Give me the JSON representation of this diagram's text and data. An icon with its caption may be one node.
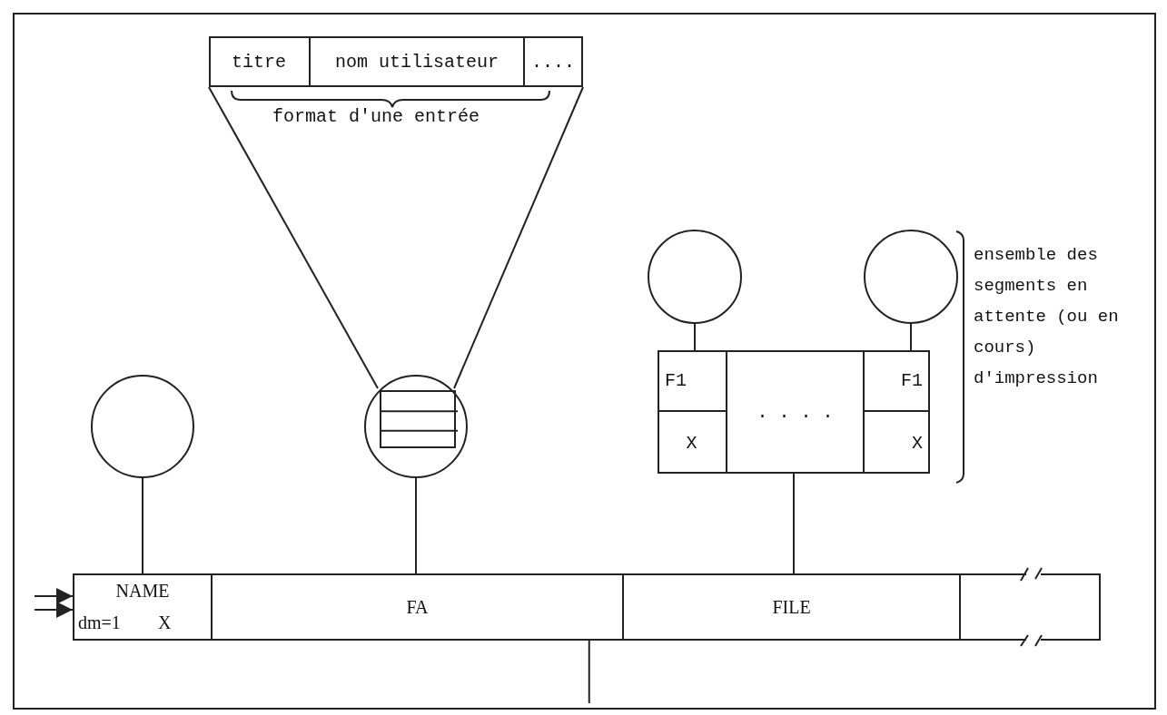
{
  "diagram": {
    "nodes": [
      {
        "text": [],
        "shape": "box"
      },
      {
        "text": [
          "titre"
        ],
        "in": 0
      },
      {
        "text": [
          "nom utilisateur"
        ],
        "in": 0
      },
      {
        "text": [
          "...."
        ],
        "in": 0
      },
      {
        "text": [],
        "shape": "circle"
      },
      {
        "text": [],
        "shape": "circle"
      },
      {
        "text": [],
        "shape": "box"
      },
      {
        "text": [
          "F1"
        ],
        "in": 6
      },
      {
        "text": [
          "X"
        ],
        "in": 6
      },
      {
        "text": [
          ". . . ."
        ],
        "in": 6
      },
      {
        "text": [
          "F1"
        ],
        "in": 6
      },
      {
        "text": [
          "X"
        ],
        "in": 6
      },
      {
        "text": [],
        "shape": "circle"
      },
      {
        "text": [],
        "shape": "circle"
      },
      {
        "text": [],
        "shape": "box",
        "in": 13
      },
      {
        "text": [],
        "shape": "bar"
      },
      {
        "text": [
          "NAME",
          "dm=1",
          "X"
        ],
        "in": 15
      },
      {
        "text": [
          "FA"
        ],
        "in": 15
      },
      {
        "text": [
          "FILE"
        ],
        "in": 15
      },
      {
        "text": [],
        "shape": "box",
        "in": 15
      }
    ],
    "edges": [
      {
        "from": 0,
        "to": 14,
        "arrow": "none"
      },
      {
        "from": 0,
        "to": 14,
        "arrow": "none"
      },
      {
        "from": 4,
        "to": 7,
        "arrow": "none"
      },
      {
        "from": 5,
        "to": 10,
        "arrow": "none"
      },
      {
        "from": 12,
        "to": 16,
        "arrow": "none"
      },
      {
        "from": 13,
        "to": 17,
        "arrow": "none"
      },
      {
        "from": 6,
        "to": 18,
        "arrow": "none"
      },
      {
        "from": null,
        "to": 16,
        "arrow": "to"
      },
      {
        "from": null,
        "to": 16,
        "arrow": "to"
      },
      {
        "from": 17,
        "to": null,
        "arrow": "none"
      }
    ],
    "labels": [
      "format d'une entrée",
      "ensemble des segments en attente (ou en cours) d'impression"
    ]
  }
}
